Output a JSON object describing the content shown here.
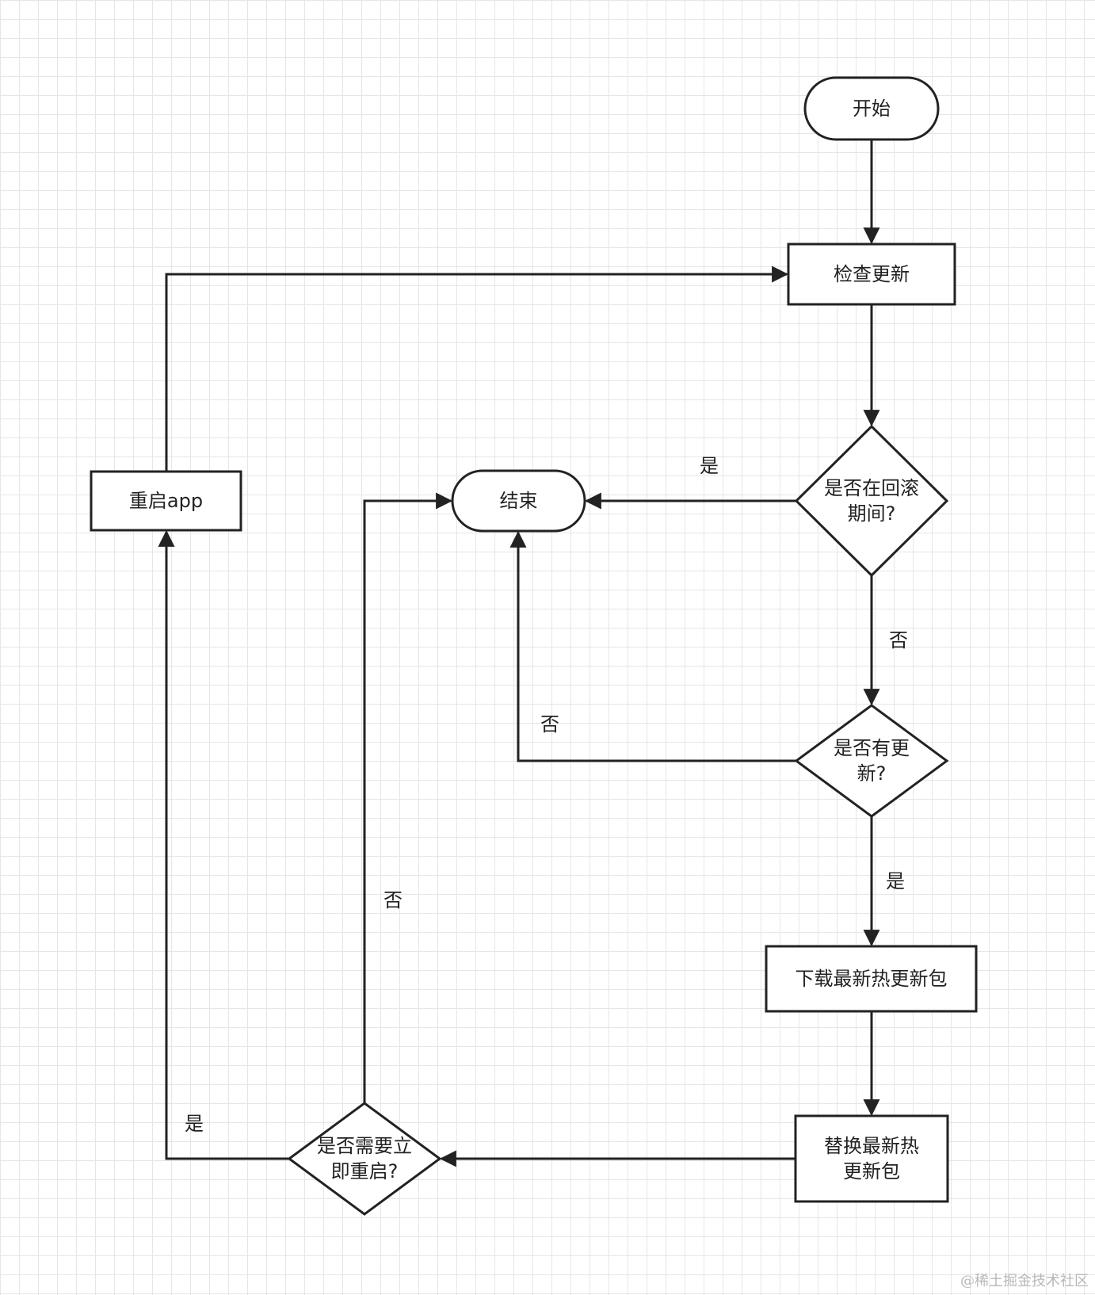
{
  "nodes": {
    "start": "开始",
    "check_update": "检查更新",
    "rollback_decision": "是否在回滚\n期间?",
    "end": "结束",
    "restart_app": "重启app",
    "has_update_decision": "是否有更\n新?",
    "download": "下载最新热更新包",
    "replace": "替换最新热\n更新包",
    "restart_decision": "是否需要立\n即重启?"
  },
  "edge_labels": {
    "rollback_yes": "是",
    "rollback_no": "否",
    "has_update_no": "否",
    "has_update_yes": "是",
    "restart_no": "否",
    "restart_yes": "是"
  },
  "watermark": "@稀土掘金技术社区",
  "colors": {
    "stroke": "#222222",
    "text": "#222222",
    "grid": "#e6e6e6"
  }
}
